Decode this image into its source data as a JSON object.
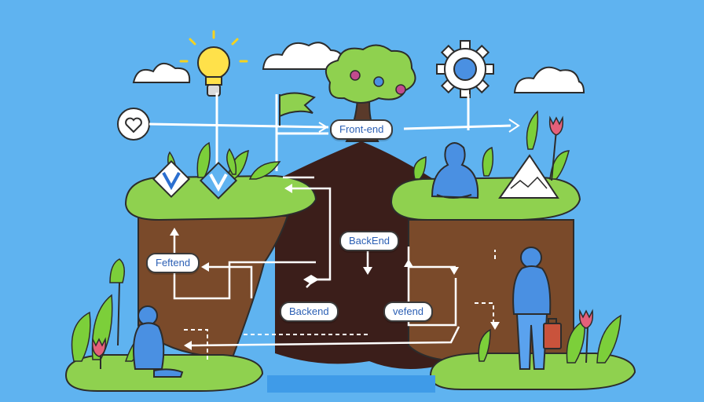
{
  "labels": {
    "frontend_top": "Front-end",
    "backend_mid": "BackEnd",
    "fefend_left": "Feftend",
    "backend_bottom": "Backend",
    "vefend_right": "vefend"
  },
  "icons": [
    "heart-icon",
    "lightbulb-icon",
    "gear-icon",
    "flag-icon",
    "tree-icon",
    "vue-logo-icon",
    "mountain-icon",
    "briefcase-icon",
    "tulip-icon"
  ],
  "colors": {
    "sky": "#5fb3f0",
    "grass": "#8fd14f",
    "soil": "#7a4a2a",
    "chasm": "#3b1e1a",
    "water": "#3f9be8",
    "person": "#4a90e2"
  }
}
